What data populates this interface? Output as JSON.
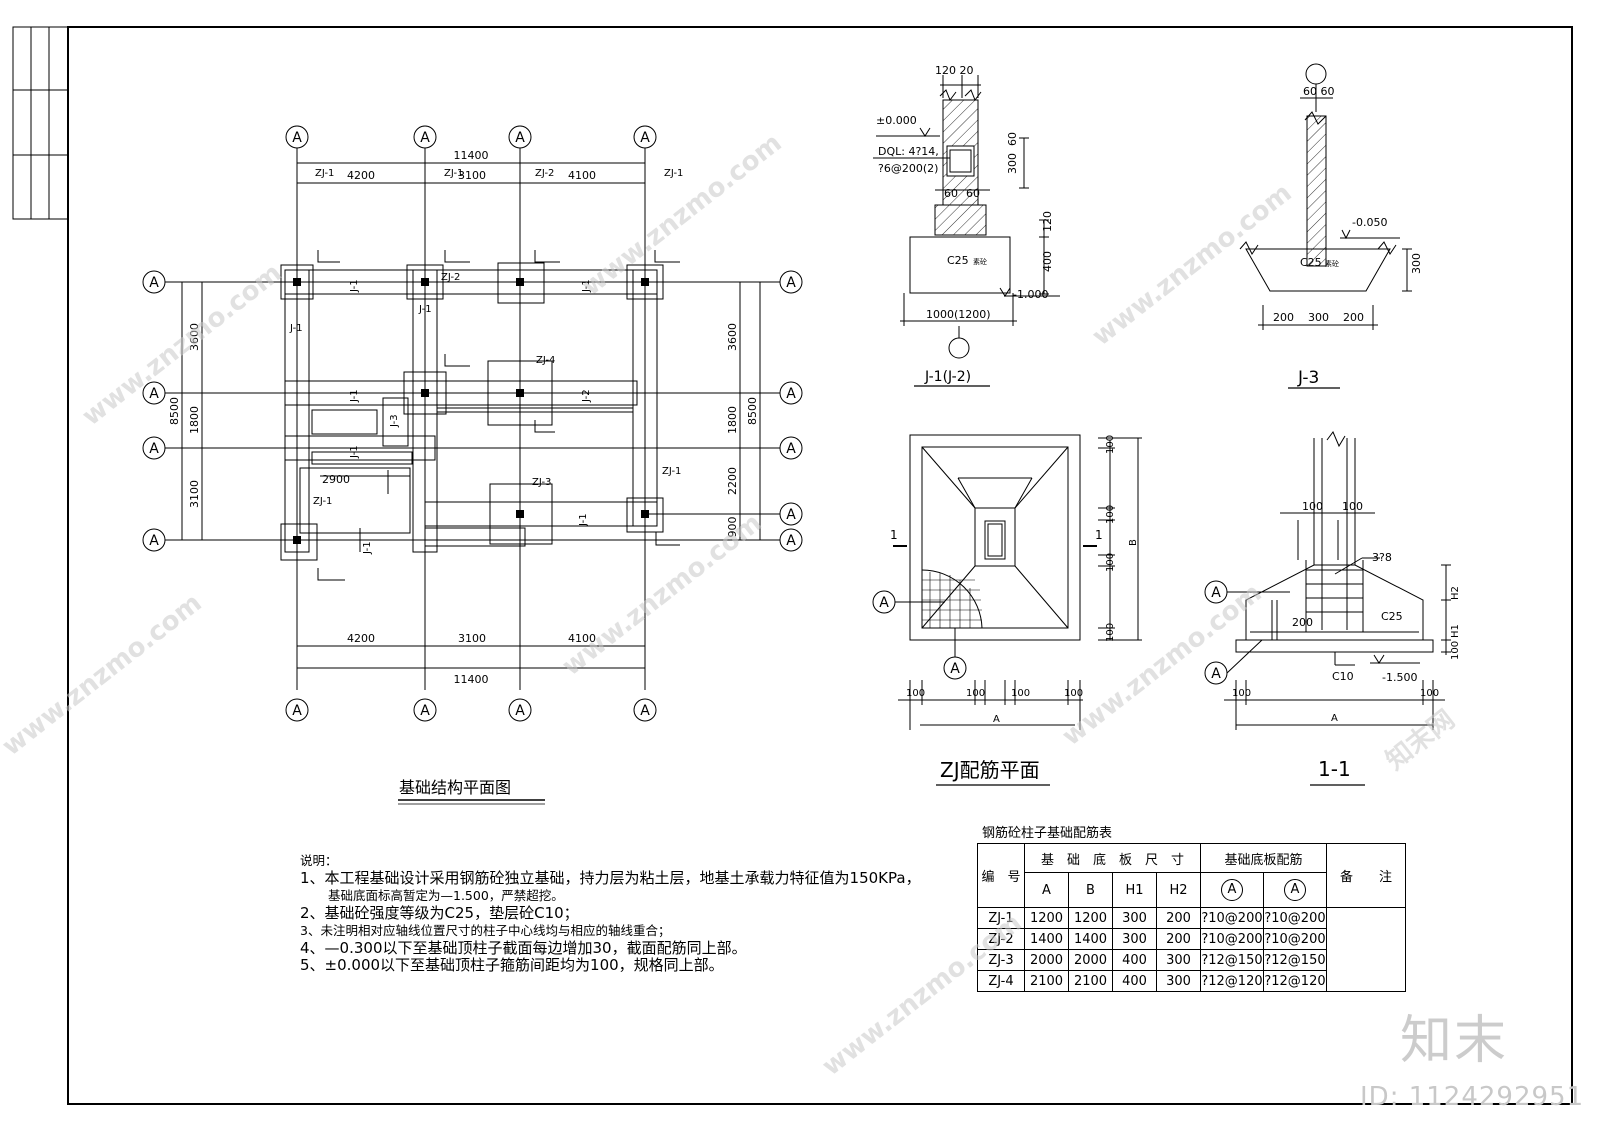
{
  "plan": {
    "title": "基础结构平面图",
    "axis_marker": "A",
    "dims_total_x": "11400",
    "dims_x": [
      "4200",
      "3100",
      "4100"
    ],
    "dims_total_y": "8500",
    "dims_left": [
      "3600",
      "1800",
      "3100"
    ],
    "dims_right": [
      "3600",
      "1800",
      "2200",
      "900"
    ],
    "dim_inner": "2900",
    "labels": {
      "zj1": "ZJ-1",
      "zj2": "ZJ-2",
      "zj3": "ZJ-3",
      "zj4": "ZJ-4",
      "j1": "J-1",
      "j2": "J-2",
      "j3": "J-3"
    }
  },
  "section_j1": {
    "title": "J-1(J-2)",
    "dim_top": "120 20",
    "elev_top": "±0.000",
    "dql": "DQL: 4?14,",
    "stirrup": "?6@200(2)",
    "dim_60a": "60",
    "dim_60b": "60",
    "dim_300": "300",
    "dim_60c": "60",
    "dim_120": "120",
    "dim_400": "400",
    "concrete": "C25",
    "concrete_suffix": "素砼",
    "elev_bottom": "-1.000",
    "width": "1000(1200)"
  },
  "section_j3": {
    "title": "J-3",
    "dim_top": "60 60",
    "elev": "-0.050",
    "concrete": "C25",
    "concrete_suffix": "素砼",
    "dim_300": "300",
    "dims_bottom": [
      "200",
      "300",
      "200"
    ]
  },
  "zj_plan": {
    "title": "ZJ配筋平面",
    "cut_mark": "1",
    "dim_100": "100",
    "dim_b": "B",
    "dim_a": "A",
    "marker": "A"
  },
  "section_11": {
    "title": "1-1",
    "dim_100": "100",
    "rebar": "3?8",
    "dim_200": "200",
    "concrete": "C25",
    "h1": "H1",
    "h2": "H2",
    "cushion": "C10",
    "elev": "-1.500",
    "dim_a": "A",
    "marker": "A"
  },
  "notes": {
    "heading": "说明：",
    "items": [
      "1、本工程基础设计采用钢筋砼独立基础，持力层为粘土层，地基土承载力特征值为150KPa，",
      "基础底面标高暂定为—1.500，严禁超挖。",
      "2、基础砼强度等级为C25，垫层砼C10；",
      "3、未注明相对应轴线位置尺寸的柱子中心线均与相应的轴线重合；",
      "4、—0.300以下至基础顶柱子截面每边增加30，截面配筋同上部。",
      "5、±0.000以下至基础顶柱子箍筋间距均为100，规格同上部。"
    ]
  },
  "table": {
    "title": "钢筋砼柱子基础配筋表",
    "col_id": "编　号",
    "col_size": "基　础　底　板　尺　寸",
    "col_rebar": "基础底板配筋",
    "col_note": "备　　注",
    "sub_headers": [
      "A",
      "B",
      "H1",
      "H2"
    ],
    "rebar_marker": "A",
    "rows": [
      [
        "ZJ-1",
        "1200",
        "1200",
        "300",
        "200",
        "?10@200",
        "?10@200"
      ],
      [
        "ZJ-2",
        "1400",
        "1400",
        "300",
        "200",
        "?10@200",
        "?10@200"
      ],
      [
        "ZJ-3",
        "2000",
        "2000",
        "400",
        "300",
        "?12@150",
        "?12@150"
      ],
      [
        "ZJ-4",
        "2100",
        "2100",
        "400",
        "300",
        "?12@120",
        "?12@120"
      ]
    ]
  },
  "watermark": {
    "logo": "知末",
    "id": "ID: 1124292951",
    "site": "www.znzmo.com",
    "site_cn": "知末网"
  }
}
